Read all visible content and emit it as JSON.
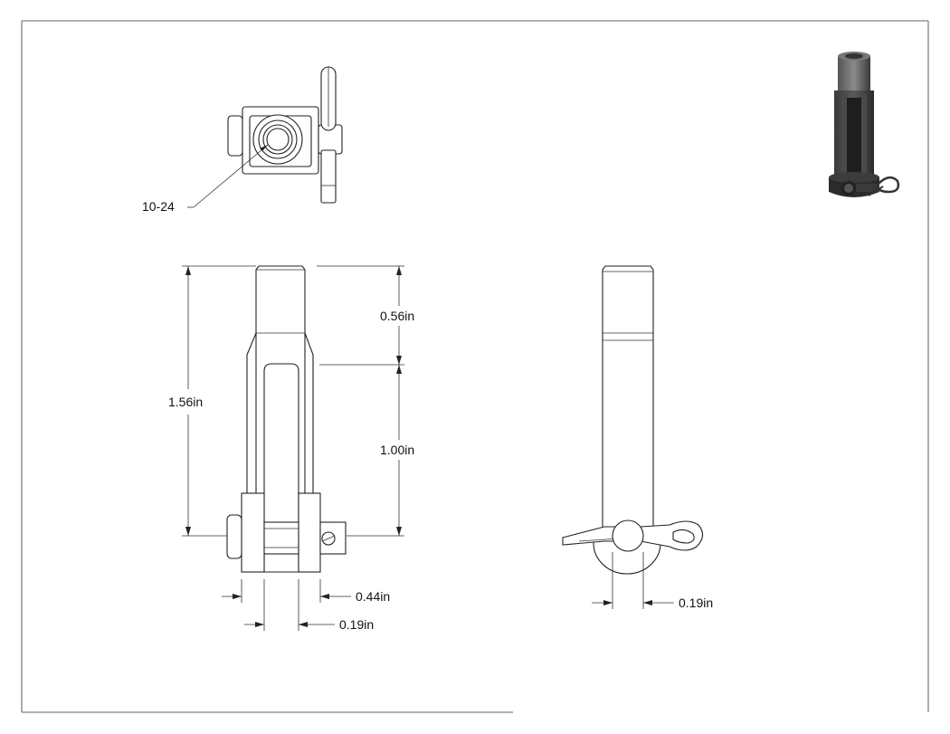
{
  "drawing": {
    "thread_callout": "10-24",
    "dimensions": {
      "overall_length": "1.56in",
      "shank_length": "0.56in",
      "slot_depth": "1.00in",
      "outer_width": "0.44in",
      "slot_width": "0.19in",
      "pin_diameter": "0.19in"
    }
  },
  "colors": {
    "line": "#222222",
    "border": "#555555",
    "iso_dark": "#2b2b2b",
    "iso_mid": "#4a4a4a",
    "iso_light": "#7a7a7a"
  }
}
